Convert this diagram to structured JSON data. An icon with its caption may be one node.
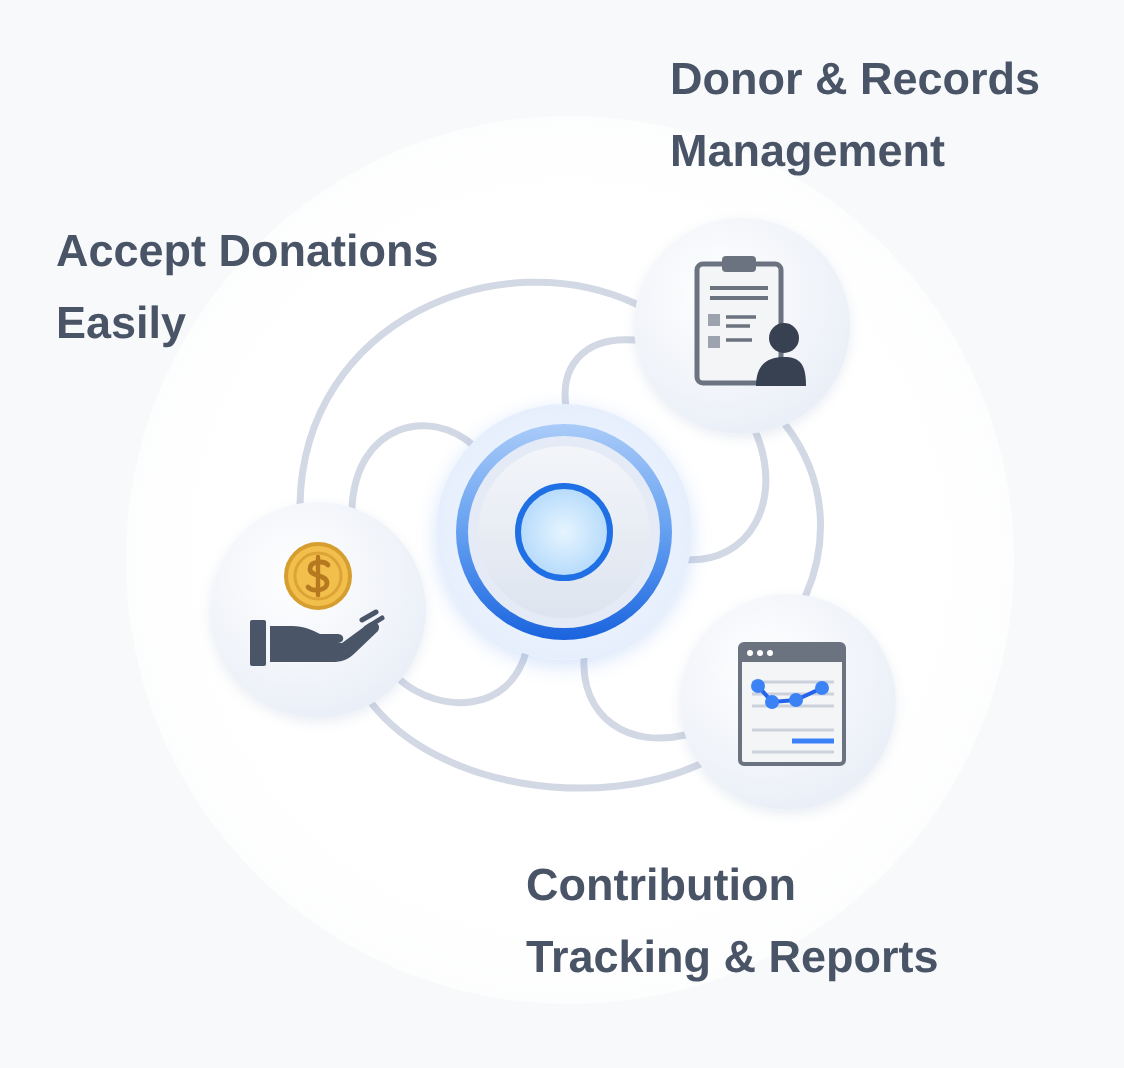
{
  "diagram": {
    "nodes": [
      {
        "text": [],
        "shape": "circle"
      },
      {
        "text": [],
        "shape": "picture",
        "beside": [
          "Donor & Records Management"
        ]
      },
      {
        "text": [],
        "shape": "picture"
      },
      {
        "text": [],
        "shape": "picture",
        "beside": [
          "Contribution Tracking & Reports"
        ]
      }
    ],
    "edges": [
      {
        "from": 2,
        "to": 0,
        "arrow": "none"
      },
      {
        "from": 2,
        "to": 1,
        "arrow": "none"
      },
      {
        "from": 1,
        "to": 0,
        "arrow": "none"
      },
      {
        "from": 1,
        "to": 0,
        "arrow": "none"
      },
      {
        "from": 1,
        "to": 3,
        "arrow": "none"
      },
      {
        "from": 0,
        "to": 3,
        "arrow": "none"
      },
      {
        "from": 0,
        "to": 2,
        "arrow": "none"
      },
      {
        "from": 2,
        "to": 3,
        "arrow": "none"
      }
    ],
    "labels": [
      "Accept Donations Easily"
    ]
  }
}
